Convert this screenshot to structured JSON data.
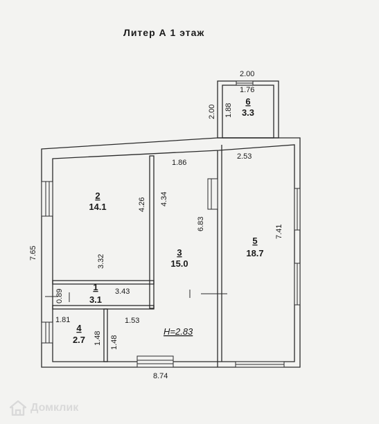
{
  "title": "Литер А 1 этаж",
  "height_note": "H=2.83",
  "rooms": [
    {
      "number": "1",
      "area": "3.1"
    },
    {
      "number": "2",
      "area": "14.1"
    },
    {
      "number": "3",
      "area": "15.0"
    },
    {
      "number": "4",
      "area": "2.7"
    },
    {
      "number": "5",
      "area": "18.7"
    },
    {
      "number": "6",
      "area": "3.3"
    }
  ],
  "dimensions": {
    "porch_width_outer": "2.00",
    "porch_width_inner": "1.76",
    "porch_depth_outer": "2.00",
    "porch_depth_inner": "1.88",
    "room5_width": "2.53",
    "room5_length": "7.41",
    "room3_top": "1.86",
    "room3_len_a": "4.34",
    "room3_len_b": "6.83",
    "room2_len": "4.26",
    "room2_width": "3.32",
    "building_depth": "7.65",
    "room1_len": "3.43",
    "room1_width": "0.89",
    "room4_width": "1.81",
    "room4_len": "1.48",
    "room3_lower_width": "1.53",
    "room3_lower_len": "1.48",
    "building_width": "8.74"
  },
  "watermark": "Домклик"
}
